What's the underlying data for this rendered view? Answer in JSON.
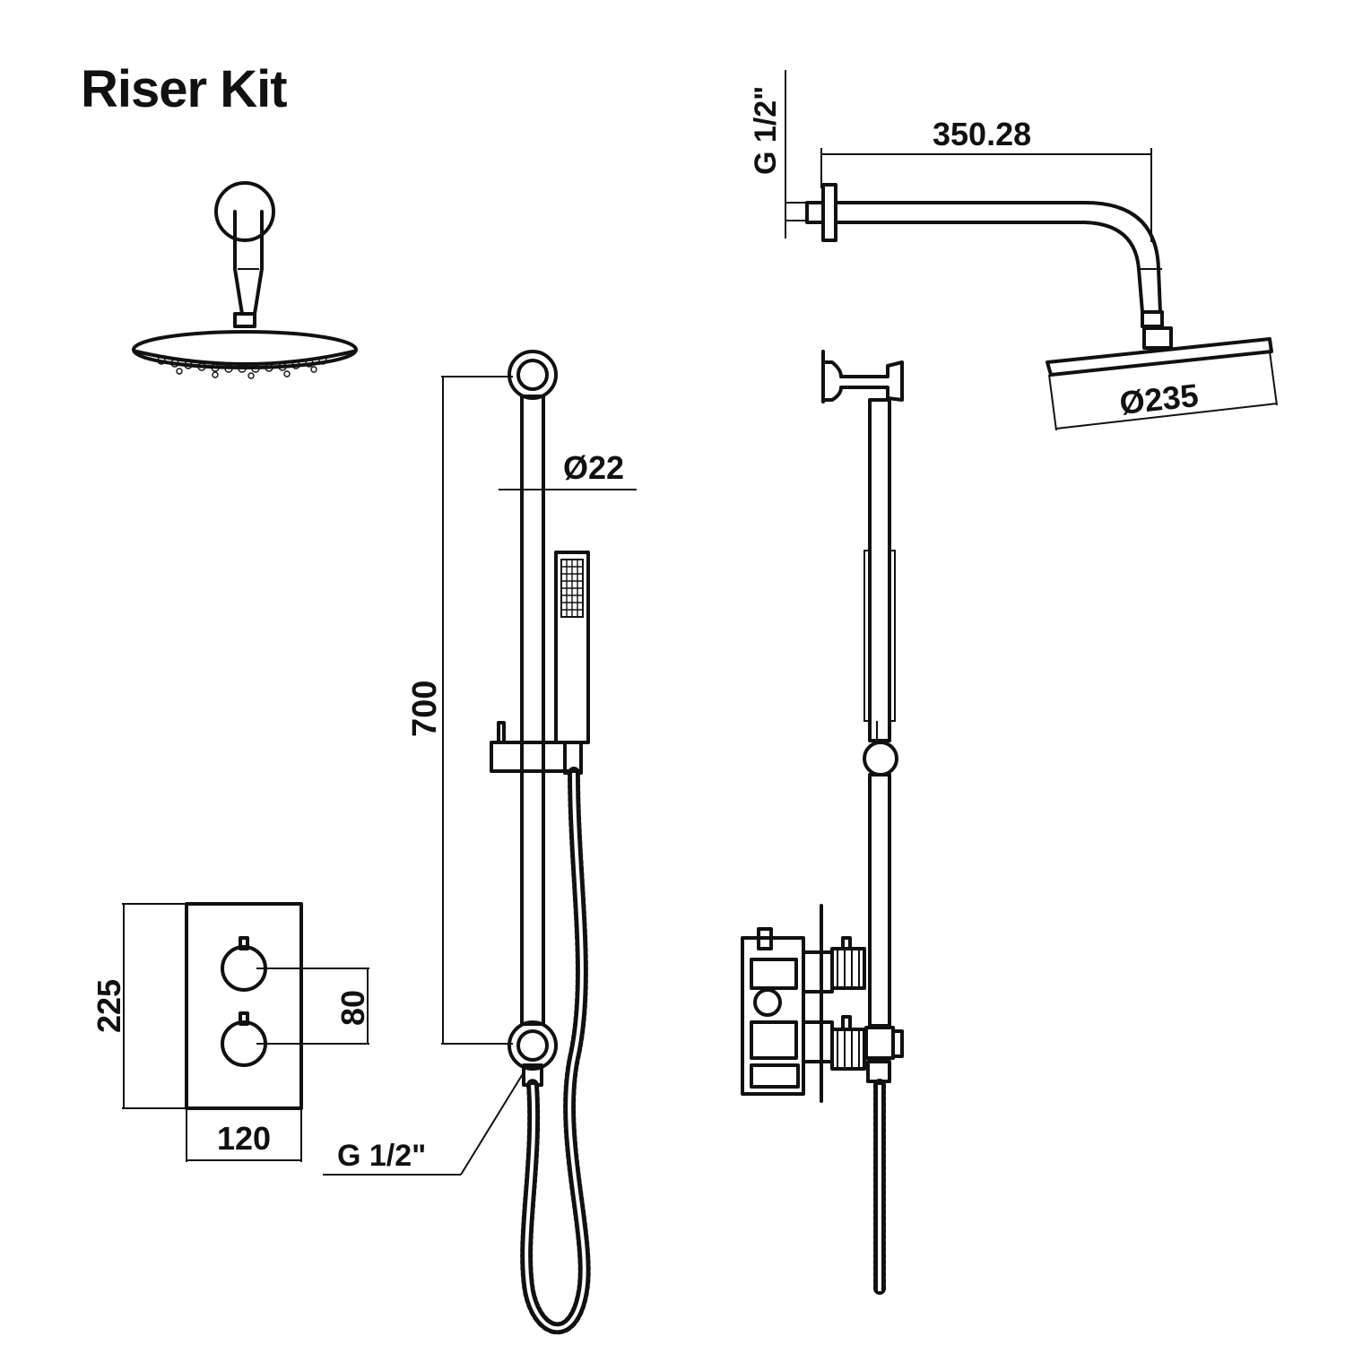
{
  "title": "Riser Kit",
  "dimensions": {
    "inlet_top": "G 1/2\"",
    "arm_length": "350.28",
    "head_diameter": "Ø235",
    "rail_diameter": "Ø22",
    "rail_length": "700",
    "valve_height": "225",
    "valve_centers": "80",
    "valve_width": "120",
    "inlet_bottom": "G 1/2\""
  },
  "colors": {
    "line": "#111111",
    "background": "#ffffff"
  }
}
